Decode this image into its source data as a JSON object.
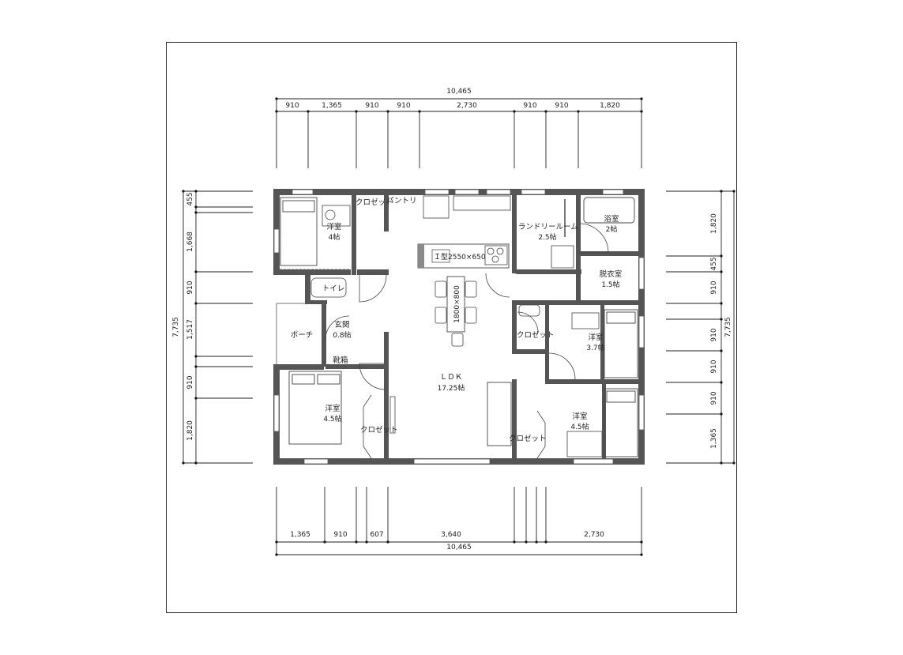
{
  "dimensions": {
    "top_total": "10,465",
    "top_segments": [
      "910",
      "1,365",
      "910",
      "910",
      "2,730",
      "910",
      "910",
      "1,820"
    ],
    "bottom_segments": [
      "1,365",
      "910",
      "607",
      "3,640",
      "2,730"
    ],
    "bottom_total": "10,465",
    "left_total": "7,735",
    "left_segments": [
      "455",
      "1,668",
      "910",
      "1,517",
      "910",
      "1,820"
    ],
    "right_total": "7,735",
    "right_segments": [
      "1,820",
      "455",
      "910",
      "910",
      "910",
      "910",
      "1,365"
    ]
  },
  "rooms": {
    "bedroom_nw": {
      "name": "洋室",
      "size": "4帖"
    },
    "closet_top": {
      "name": "クロゼット"
    },
    "pantry": {
      "name": "パントリ"
    },
    "laundry": {
      "name": "ランドリールーム",
      "size": "2.5帖"
    },
    "bath": {
      "name": "浴室",
      "size": "2帖"
    },
    "dressing": {
      "name": "脱衣室",
      "size": "1.5帖"
    },
    "toilet": {
      "name": "トイレ"
    },
    "entrance": {
      "name": "玄関",
      "size": "0.8帖"
    },
    "porch": {
      "name": "ポーチ"
    },
    "shoe_box": {
      "name": "靴箱"
    },
    "ldk": {
      "name": "ＬＤＫ",
      "size": "17.25帖"
    },
    "closet_mid": {
      "name": "クロゼット"
    },
    "bedroom_e": {
      "name": "洋室",
      "size": "3.7帖"
    },
    "bedroom_sw": {
      "name": "洋室",
      "size": "4.5帖"
    },
    "closet_sw": {
      "name": "クロゼット"
    },
    "bedroom_se": {
      "name": "洋室",
      "size": "4.5帖"
    },
    "closet_se": {
      "name": "クロゼット"
    }
  },
  "fixtures": {
    "kitchen": "Ｉ型2550×650",
    "dining_table": "1800×800"
  },
  "colors": {
    "wall": "#555555",
    "line": "#333333",
    "kitchen_grey": "#8a8a8a"
  }
}
